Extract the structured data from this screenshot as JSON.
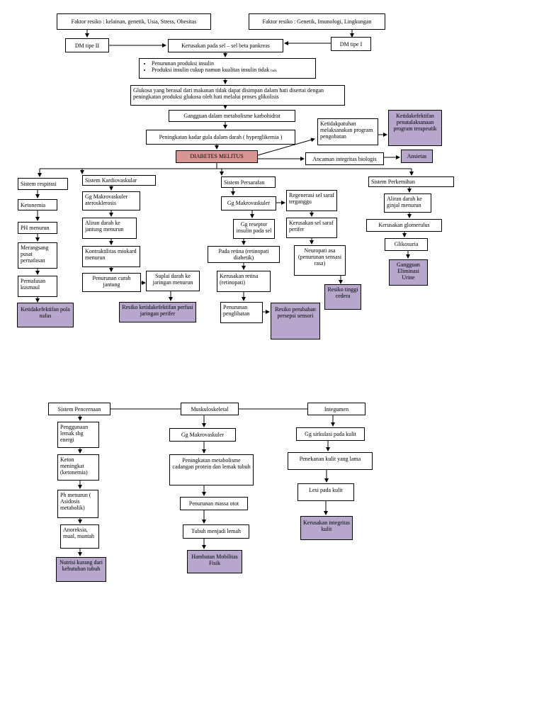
{
  "boxes": {
    "risk1": "Faktor resiko : kelainan, genetik, Usia, Stress, Obesitas",
    "risk2": "Faktor resiko : Genetik, Imunologi, Lingkungan",
    "dm2": "DM tipe II",
    "dm1": "DM tipe I",
    "beta": "Kerusakan pada sel – sel beta pankreas",
    "insulin1": "Penurunan produksi insulin",
    "insulin2": "Produksi insulin cukup namun kualitas insulin tidak",
    "insulin2_small": "baik",
    "glucose": "Glukosa yang berasal dari makanan tidak dapat disimpan dalam hati disertai dengan peningkatan produksi glukosa oleh hati melalui proses glikolisis",
    "carb": "Gangguan dalam metabolisme karbohidrat",
    "hyper": "Peningkatan kadar gula dalam darah ( hyperglikemia )",
    "dm": "DIABETES MELITUS",
    "ketidakpatuhan": "Ketidakpatuhan melaksanakan program pengobatan",
    "dx_program": "Ketidakefektifan penatalaksanaan program terapeutik",
    "ancaman": "Ancaman integritas biologis",
    "ansietas": "Ansietas",
    "resp": "Sistem respirasi",
    "ketonemia": "Ketonemia",
    "ph": "PH menurun",
    "merangsang": "Merangsang pusat pernafasan",
    "kusmaul": "Pernafasan kusmaul",
    "dx_nafas": "Ketidakefektifan pola nafas",
    "kardio": "Sistem Kardiovaskular",
    "makro1": "Gg Makrovaskuler aterosklerosis",
    "aliran": "Aliran darah ke jantung menurun",
    "kontrak": "Kontraktilitas miokard menurun",
    "curah": "Penurunan curah jantung",
    "suplai": "Suplai darah ke jaringan menurun",
    "dx_perfusi": "Resiko ketidakefektifan perfusi jaringan perifer",
    "saraf": "Sistem Persarafan",
    "makro2": "Gg Makrovaskuler",
    "reseptor": "Gg reseptor insulin pada sel",
    "retina": "Pada retina (retinopati diabetik)",
    "kerusakan_retina": "Kerusakan retina (retinopati)",
    "penglihatan": "Penurunan penglihatan",
    "dx_persepsi": "Resiko perubahan persepsi sensori",
    "regenerasi": "Regenerasi sel saraf terganggu",
    "kerusakan_saraf": "Kerusakan sel saraf perifer",
    "neuropati": "Neuropati asa (penurunan sensasi rasa)",
    "dx_cedera": "Resiko tinggi cedera",
    "kemih": "Sistem Perkemihan",
    "ginjal": "Aliran darah ke ginjal menurun",
    "glomerulus": "Kerusakan glomerulus",
    "glikosuria": "Glikosuria",
    "dx_urine": "Gangguan Eliminasi Urine",
    "cerna": "Sistem Pencernaan",
    "lemak": "Penggunaan lemak sbg energi",
    "keton": "Keton meningkat (ketonemia)",
    "ph2": "Ph menurun ( Asidosis metabolik)",
    "anoreksia": "Anoreksia, mual, muntah",
    "dx_nutrisi": "Nutrisi kurang dari kebutuhan tubuh",
    "musku": "Muskuloskeletal",
    "makro3": "Gg Makrovaskuler",
    "metabolisme": "Peningkatan metabolisme cadangan protein dan lemak tubuh",
    "massa": "Penurunan massa otot",
    "lemah": "Tubuh menjadi lemah",
    "dx_mobilitas": "Hambatan Mobilitas Fisik",
    "integ": "Integumen",
    "sirkulasi": "Gg sirkulasi pada kulit",
    "penekanan": "Penekanan kulit yang lama",
    "lesi": "Lesi pada kulit",
    "dx_kulit": "Kerusakan integritas kulit"
  },
  "colors": {
    "diagnosis": "#b7a7cc",
    "dm": "#d99594"
  }
}
